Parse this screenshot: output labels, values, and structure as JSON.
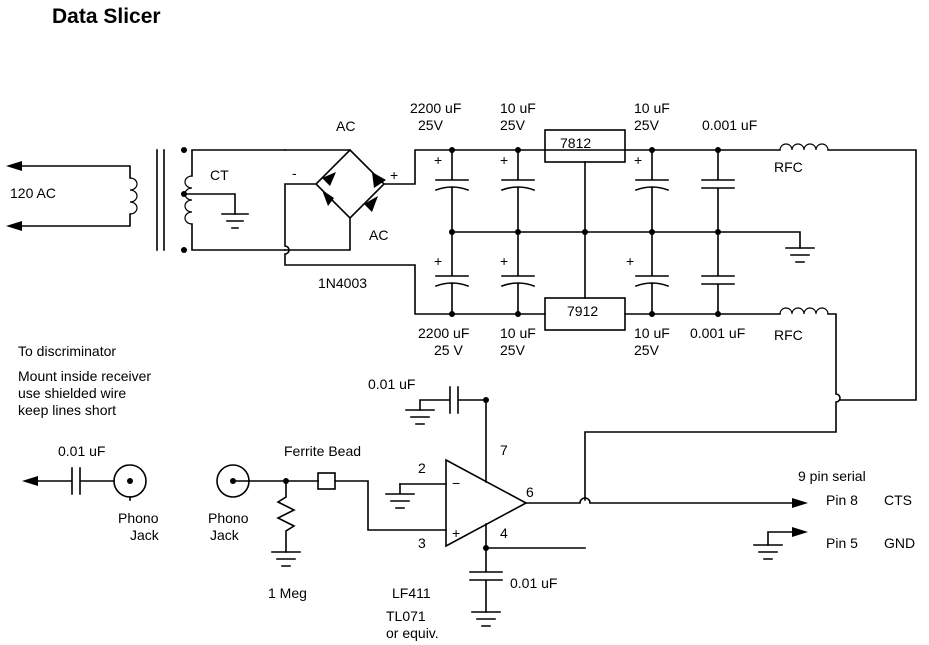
{
  "title": "Data Slicer",
  "power": {
    "mains": "120 AC",
    "center_tap": "CT",
    "bridge_ac_top": "AC",
    "bridge_ac_bottom": "AC",
    "bridge_minus": "-",
    "bridge_plus": "+",
    "diode_part": "1N4003",
    "cap_pos_1": [
      "2200 uF",
      "25V"
    ],
    "cap_pos_2": [
      "10 uF",
      "25V"
    ],
    "cap_pos_3": [
      "10 uF",
      "25V"
    ],
    "cap_pos_4": "0.001 uF",
    "cap_neg_1": [
      "2200 uF",
      "25 V"
    ],
    "cap_neg_2": [
      "10 uF",
      "25V"
    ],
    "cap_neg_3": [
      "10 uF",
      "25V"
    ],
    "cap_neg_4": "0.001 uF",
    "reg_pos": "7812",
    "reg_neg": "7912",
    "choke_top": "RFC",
    "choke_bottom": "RFC",
    "plus_sign": "+"
  },
  "signal": {
    "to_discriminator": "To discriminator",
    "notes": [
      "Mount inside receiver",
      "use shielded wire",
      "keep lines short"
    ],
    "coupling_cap": "0.01 uF",
    "supply_cap": "0.01 uF",
    "bypass_cap": "0.01 uF",
    "phono_left": [
      "Phono",
      "Jack"
    ],
    "phono_right": [
      "Phono",
      "Jack"
    ],
    "ferrite": "Ferrite Bead",
    "resistor": "1 Meg",
    "opamp": "LF411",
    "alt_opamp": [
      "TL071",
      "or equiv."
    ],
    "pins": {
      "p2": "2",
      "p3": "3",
      "p4": "4",
      "p6": "6",
      "p7": "7"
    },
    "opamp_minus": "−",
    "opamp_plus": "+"
  },
  "serial": {
    "header": "9 pin serial",
    "pin8": "Pin 8",
    "cts": "CTS",
    "pin5": "Pin 5",
    "gnd": "GND"
  }
}
